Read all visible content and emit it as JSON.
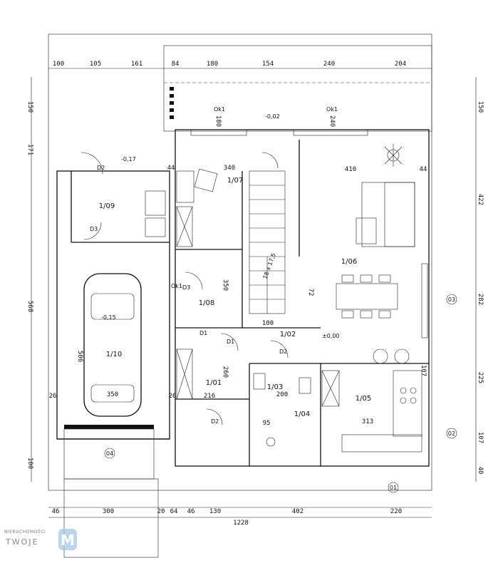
{
  "dims_top": [
    "100",
    "105",
    "161",
    "84",
    "180",
    "154",
    "240",
    "204"
  ],
  "dims_bottom": [
    "46",
    "300",
    "20",
    "64",
    "46",
    "130",
    "402",
    "220",
    "1228"
  ],
  "dims_left": [
    "150",
    "171",
    "568",
    "100"
  ],
  "dims_right": [
    "150",
    "422",
    "282",
    "225",
    "107",
    "40"
  ],
  "rooms": {
    "r101": "1/01",
    "r102": "1/02",
    "r103": "1/03",
    "r104": "1/04",
    "r105": "1/05",
    "r106": "1/06",
    "r107": "1/07",
    "r108": "1/08",
    "r109": "1/09",
    "r110": "1/10"
  },
  "doors": {
    "d1": "D1",
    "d2": "D2",
    "d3": "D3",
    "d1b": "D1",
    "d3b": "D3",
    "d2b": "D2",
    "d2c": "D2"
  },
  "levels": {
    "l1": "-0,02",
    "l2": "-0,17",
    "l3": "±0,00",
    "l4": "-0,15"
  },
  "labels": {
    "w01": "01",
    "w02": "02",
    "w03": "03",
    "w04": "04",
    "okno_top1": "Ok1",
    "okno_top2": "Ok1",
    "okno_side": "Ok1",
    "stair": "18 x 17,5"
  },
  "inner_dims": {
    "a": "340",
    "b": "410",
    "c": "350",
    "d": "260",
    "e": "100",
    "f": "216",
    "g": "313",
    "h": "95",
    "i": "506",
    "j": "350",
    "k": "200",
    "l": "107",
    "m": "180",
    "n": "240",
    "o": "72",
    "p": "44",
    "q": "44",
    "r": "26",
    "s": "26"
  },
  "watermark": {
    "small": "NIERUCHOMOŚCI",
    "big": "TWOJE",
    "mark": "M"
  }
}
